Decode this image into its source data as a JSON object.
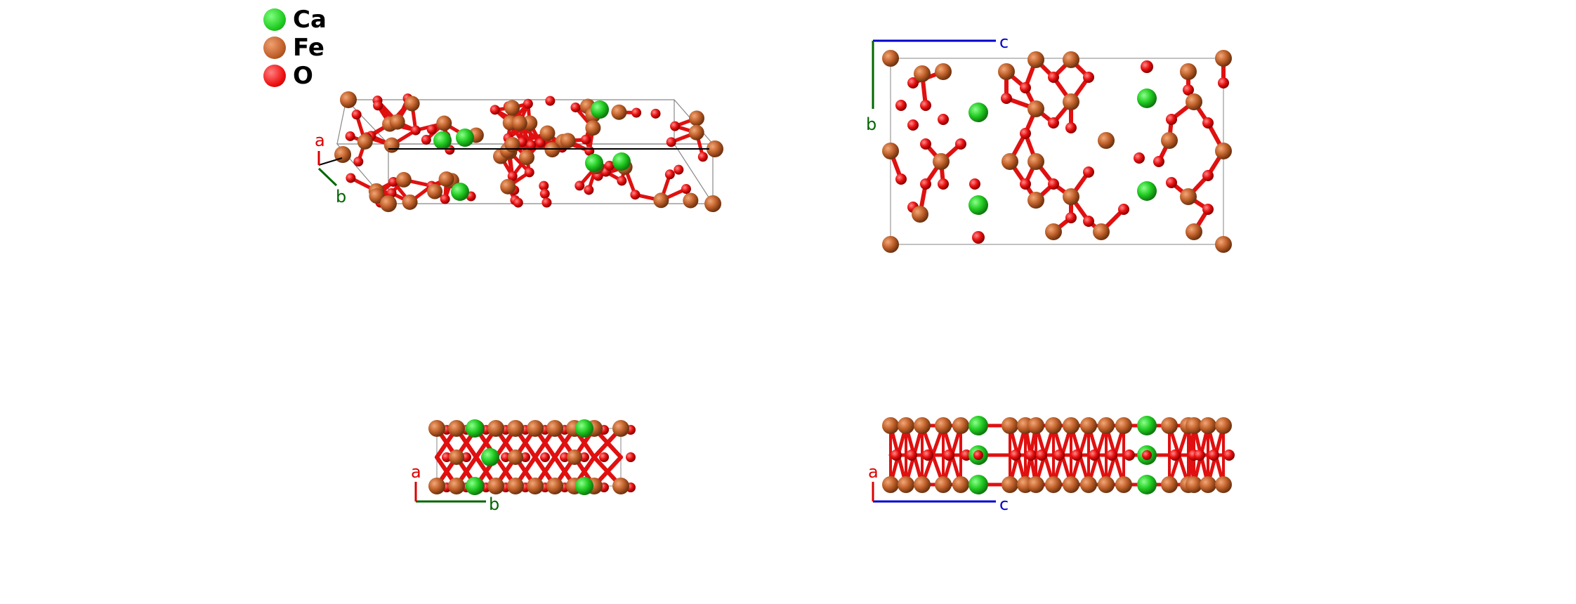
{
  "legend": [
    {
      "label": "Ca",
      "color": "#22dd22"
    },
    {
      "label": "Fe",
      "color": "#c0602a"
    },
    {
      "label": "O",
      "color": "#ee1111"
    }
  ],
  "colors": {
    "a": "#dd0000",
    "b": "#006600",
    "c": "#0000cc",
    "bond": "#dd1111",
    "cell": "#888888"
  },
  "views": [
    {
      "name": "perspective",
      "axes": [
        "a",
        "b"
      ]
    },
    {
      "name": "along-a",
      "axes": [
        "c",
        "b"
      ]
    },
    {
      "name": "along-c",
      "axes": [
        "a",
        "b"
      ]
    },
    {
      "name": "along-b",
      "axes": [
        "a",
        "c"
      ]
    }
  ]
}
